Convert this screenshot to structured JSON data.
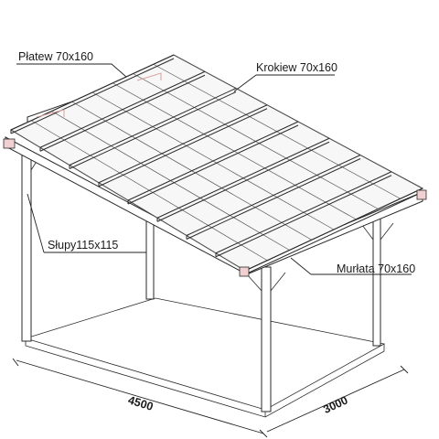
{
  "labels": {
    "platew": "Płatew 70x160",
    "krokiew": "Krokiew 70x160",
    "slupy": "Słupy115x115",
    "murlata": "Murłata 70x160"
  },
  "dimensions": {
    "length": "4500",
    "width": "3000"
  }
}
